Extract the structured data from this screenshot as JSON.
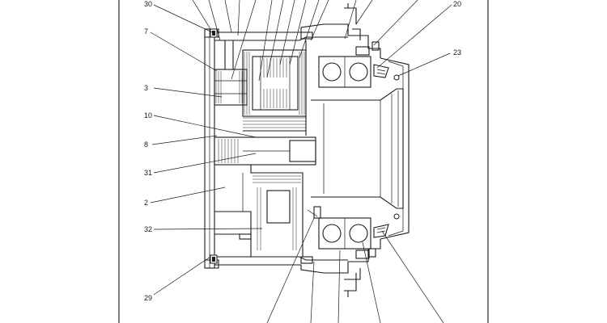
{
  "diagram": {
    "callouts": [
      {
        "id": "c30",
        "text": "30"
      },
      {
        "id": "c7",
        "text": "7"
      },
      {
        "id": "c3",
        "text": "3"
      },
      {
        "id": "c10",
        "text": "10"
      },
      {
        "id": "c8",
        "text": "8"
      },
      {
        "id": "c31",
        "text": "31"
      },
      {
        "id": "c2",
        "text": "2"
      },
      {
        "id": "c32",
        "text": "32"
      },
      {
        "id": "c29",
        "text": "29"
      },
      {
        "id": "c20",
        "text": "20"
      },
      {
        "id": "c23",
        "text": "23"
      }
    ]
  }
}
